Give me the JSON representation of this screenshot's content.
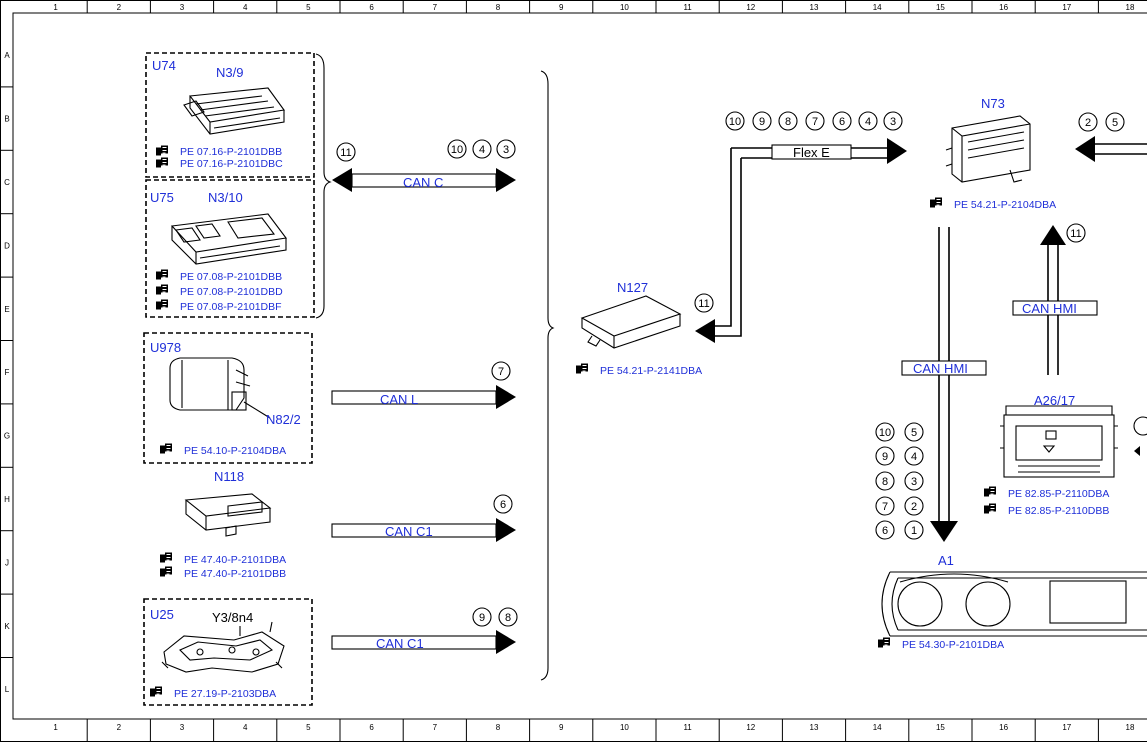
{
  "grid": {
    "columns": [
      "1",
      "2",
      "3",
      "4",
      "5",
      "6",
      "7",
      "8",
      "9",
      "10",
      "11",
      "12",
      "13",
      "14",
      "15",
      "16",
      "17",
      "18"
    ],
    "rows": [
      "A",
      "B",
      "C",
      "D",
      "E",
      "F",
      "G",
      "H",
      "J",
      "K",
      "L"
    ]
  },
  "modules": {
    "u74": {
      "group": "U74",
      "name": "N3/9",
      "refs": [
        "PE 07.16-P-2101DBB",
        "PE 07.16-P-2101DBC"
      ]
    },
    "u75": {
      "group": "U75",
      "name": "N3/10",
      "refs": [
        "PE 07.08-P-2101DBB",
        "PE 07.08-P-2101DBD",
        "PE 07.08-P-2101DBF"
      ]
    },
    "u978": {
      "group": "U978",
      "name": "N82/2",
      "refs": [
        "PE 54.10-P-2104DBA"
      ]
    },
    "n118": {
      "name": "N118",
      "refs": [
        "PE 47.40-P-2101DBA",
        "PE 47.40-P-2101DBB"
      ]
    },
    "u25": {
      "group": "U25",
      "name": "Y3/8n4",
      "refs": [
        "PE 27.19-P-2103DBA"
      ]
    },
    "n127": {
      "name": "N127",
      "refs": [
        "PE 54.21-P-2141DBA"
      ]
    },
    "n73": {
      "name": "N73",
      "refs": [
        "PE 54.21-P-2104DBA"
      ]
    },
    "a26": {
      "name": "A26/17",
      "refs": [
        "PE 82.85-P-2110DBA",
        "PE 82.85-P-2110DBB"
      ]
    },
    "a1": {
      "name": "A1",
      "refs": [
        "PE 54.30-P-2101DBA"
      ]
    }
  },
  "buses": {
    "can_c": {
      "label": "CAN C",
      "circles": [
        "10",
        "4",
        "3"
      ],
      "left_circle": "11"
    },
    "can_l": {
      "label": "CAN L",
      "circles": [
        "7"
      ]
    },
    "can_c1_a": {
      "label": "CAN C1",
      "circles": [
        "6"
      ]
    },
    "can_c1_b": {
      "label": "CAN C1",
      "circles": [
        "9",
        "8"
      ]
    },
    "flex_e": {
      "label": "Flex E",
      "circles": [
        "10",
        "9",
        "8",
        "7",
        "6",
        "4",
        "3"
      ],
      "n127_circle": "11"
    },
    "can_hmi_up": {
      "label": "CAN HMI",
      "circle": "11"
    },
    "can_hmi_down": {
      "label": "CAN HMI",
      "circles_left": [
        "10",
        "9",
        "8",
        "7",
        "6"
      ],
      "circles_right": [
        "5",
        "4",
        "3",
        "2",
        "1"
      ]
    },
    "n73_in": {
      "circles": [
        "2",
        "5"
      ]
    }
  },
  "colors": {
    "label_blue": "#1f2fd8",
    "line": "#000000",
    "background": "#ffffff"
  }
}
